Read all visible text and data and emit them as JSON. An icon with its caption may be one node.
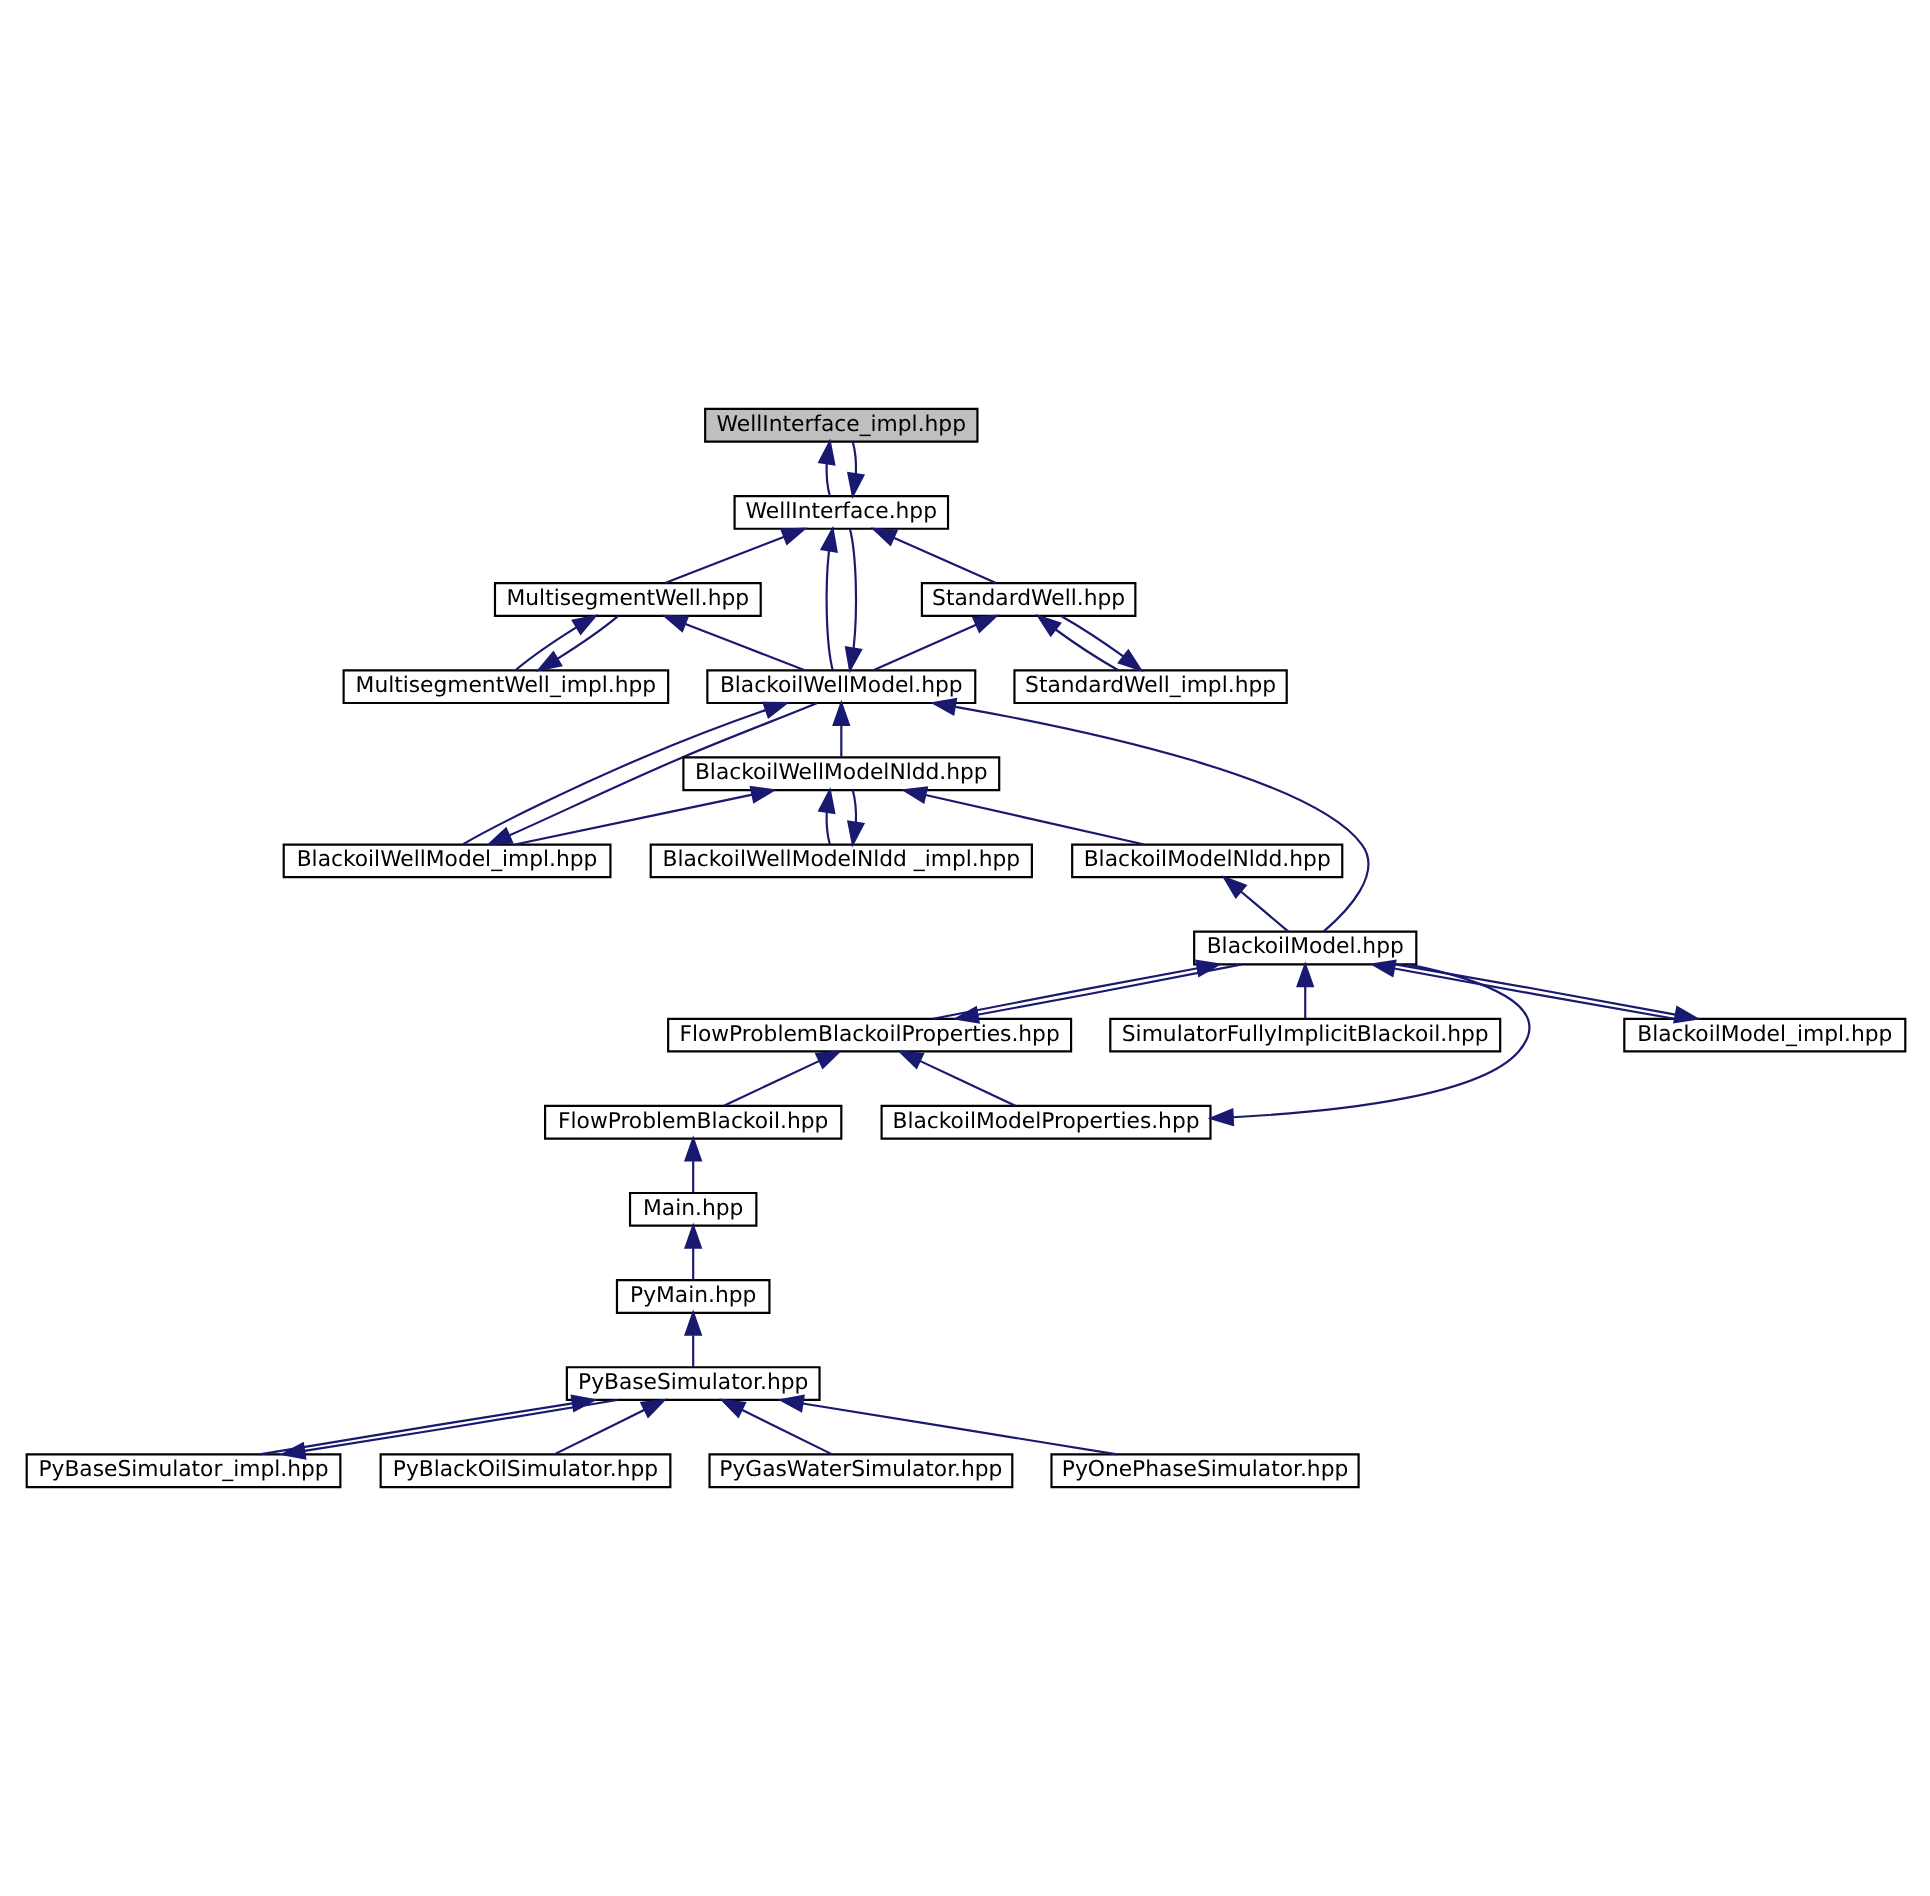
{
  "diagram": {
    "nodes": [
      {
        "text": [
          "WellInterface_impl.hpp"
        ]
      },
      {
        "text": [
          "WellInterface.hpp"
        ]
      },
      {
        "text": [
          "MultisegmentWell.hpp"
        ]
      },
      {
        "text": [
          "StandardWell.hpp"
        ]
      },
      {
        "text": [
          "MultisegmentWell_impl.hpp"
        ]
      },
      {
        "text": [
          "BlackoilWellModel.hpp"
        ]
      },
      {
        "text": [
          "StandardWell_impl.hpp"
        ]
      },
      {
        "text": [
          "BlackoilWellModelNldd.hpp"
        ]
      },
      {
        "text": [
          "BlackoilModelNldd.hpp"
        ]
      },
      {
        "text": [
          "BlackoilWellModelNldd _impl.hpp"
        ]
      },
      {
        "text": [
          "BlackoilWellModel_impl.hpp"
        ]
      },
      {
        "text": [
          "BlackoilModel.hpp"
        ]
      },
      {
        "text": [
          "BlackoilModel_impl.hpp"
        ]
      },
      {
        "text": [
          "FlowProblemBlackoilProperties.hpp"
        ]
      },
      {
        "text": [
          "SimulatorFullyImplicitBlackoil.hpp"
        ]
      },
      {
        "text": [
          "FlowProblemBlackoil.hpp"
        ]
      },
      {
        "text": [
          "BlackoilModelProperties.hpp"
        ]
      },
      {
        "text": [
          "Main.hpp"
        ]
      },
      {
        "text": [
          "PyMain.hpp"
        ]
      },
      {
        "text": [
          "PyBaseSimulator.hpp"
        ]
      },
      {
        "text": [
          "PyBaseSimulator_impl.hpp"
        ]
      },
      {
        "text": [
          "PyBlackOilSimulator.hpp"
        ]
      },
      {
        "text": [
          "PyGasWaterSimulator.hpp"
        ]
      },
      {
        "text": [
          "PyOnePhaseSimulator.hpp"
        ]
      }
    ],
    "edges": [
      {
        "from": 1,
        "to": 0,
        "arrow": "to"
      },
      {
        "from": 0,
        "to": 1,
        "arrow": "to"
      },
      {
        "from": 2,
        "to": 1,
        "arrow": "to"
      },
      {
        "from": 3,
        "to": 1,
        "arrow": "to"
      },
      {
        "from": 5,
        "to": 1,
        "arrow": "to"
      },
      {
        "from": 1,
        "to": 5,
        "arrow": "to"
      },
      {
        "from": 4,
        "to": 2,
        "arrow": "to"
      },
      {
        "from": 2,
        "to": 4,
        "arrow": "to"
      },
      {
        "from": 5,
        "to": 2,
        "arrow": "to"
      },
      {
        "from": 5,
        "to": 3,
        "arrow": "to"
      },
      {
        "from": 6,
        "to": 3,
        "arrow": "to"
      },
      {
        "from": 3,
        "to": 6,
        "arrow": "to"
      },
      {
        "from": 7,
        "to": 5,
        "arrow": "to"
      },
      {
        "from": 10,
        "to": 5,
        "arrow": "to"
      },
      {
        "from": 5,
        "to": 10,
        "arrow": "to"
      },
      {
        "from": 11,
        "to": 5,
        "arrow": "to"
      },
      {
        "from": 8,
        "to": 7,
        "arrow": "to"
      },
      {
        "from": 9,
        "to": 7,
        "arrow": "to"
      },
      {
        "from": 7,
        "to": 9,
        "arrow": "to"
      },
      {
        "from": 10,
        "to": 7,
        "arrow": "to"
      },
      {
        "from": 11,
        "to": 8,
        "arrow": "to"
      },
      {
        "from": 12,
        "to": 11,
        "arrow": "to"
      },
      {
        "from": 11,
        "to": 12,
        "arrow": "to"
      },
      {
        "from": 13,
        "to": 11,
        "arrow": "to"
      },
      {
        "from": 11,
        "to": 13,
        "arrow": "to"
      },
      {
        "from": 14,
        "to": 11,
        "arrow": "to"
      },
      {
        "from": 11,
        "to": 16,
        "arrow": "to"
      },
      {
        "from": 15,
        "to": 13,
        "arrow": "to"
      },
      {
        "from": 16,
        "to": 13,
        "arrow": "to"
      },
      {
        "from": 17,
        "to": 15,
        "arrow": "to"
      },
      {
        "from": 18,
        "to": 17,
        "arrow": "to"
      },
      {
        "from": 19,
        "to": 18,
        "arrow": "to"
      },
      {
        "from": 20,
        "to": 19,
        "arrow": "to"
      },
      {
        "from": 19,
        "to": 20,
        "arrow": "to"
      },
      {
        "from": 21,
        "to": 19,
        "arrow": "to"
      },
      {
        "from": 22,
        "to": 19,
        "arrow": "to"
      },
      {
        "from": 23,
        "to": 19,
        "arrow": "to"
      }
    ]
  }
}
